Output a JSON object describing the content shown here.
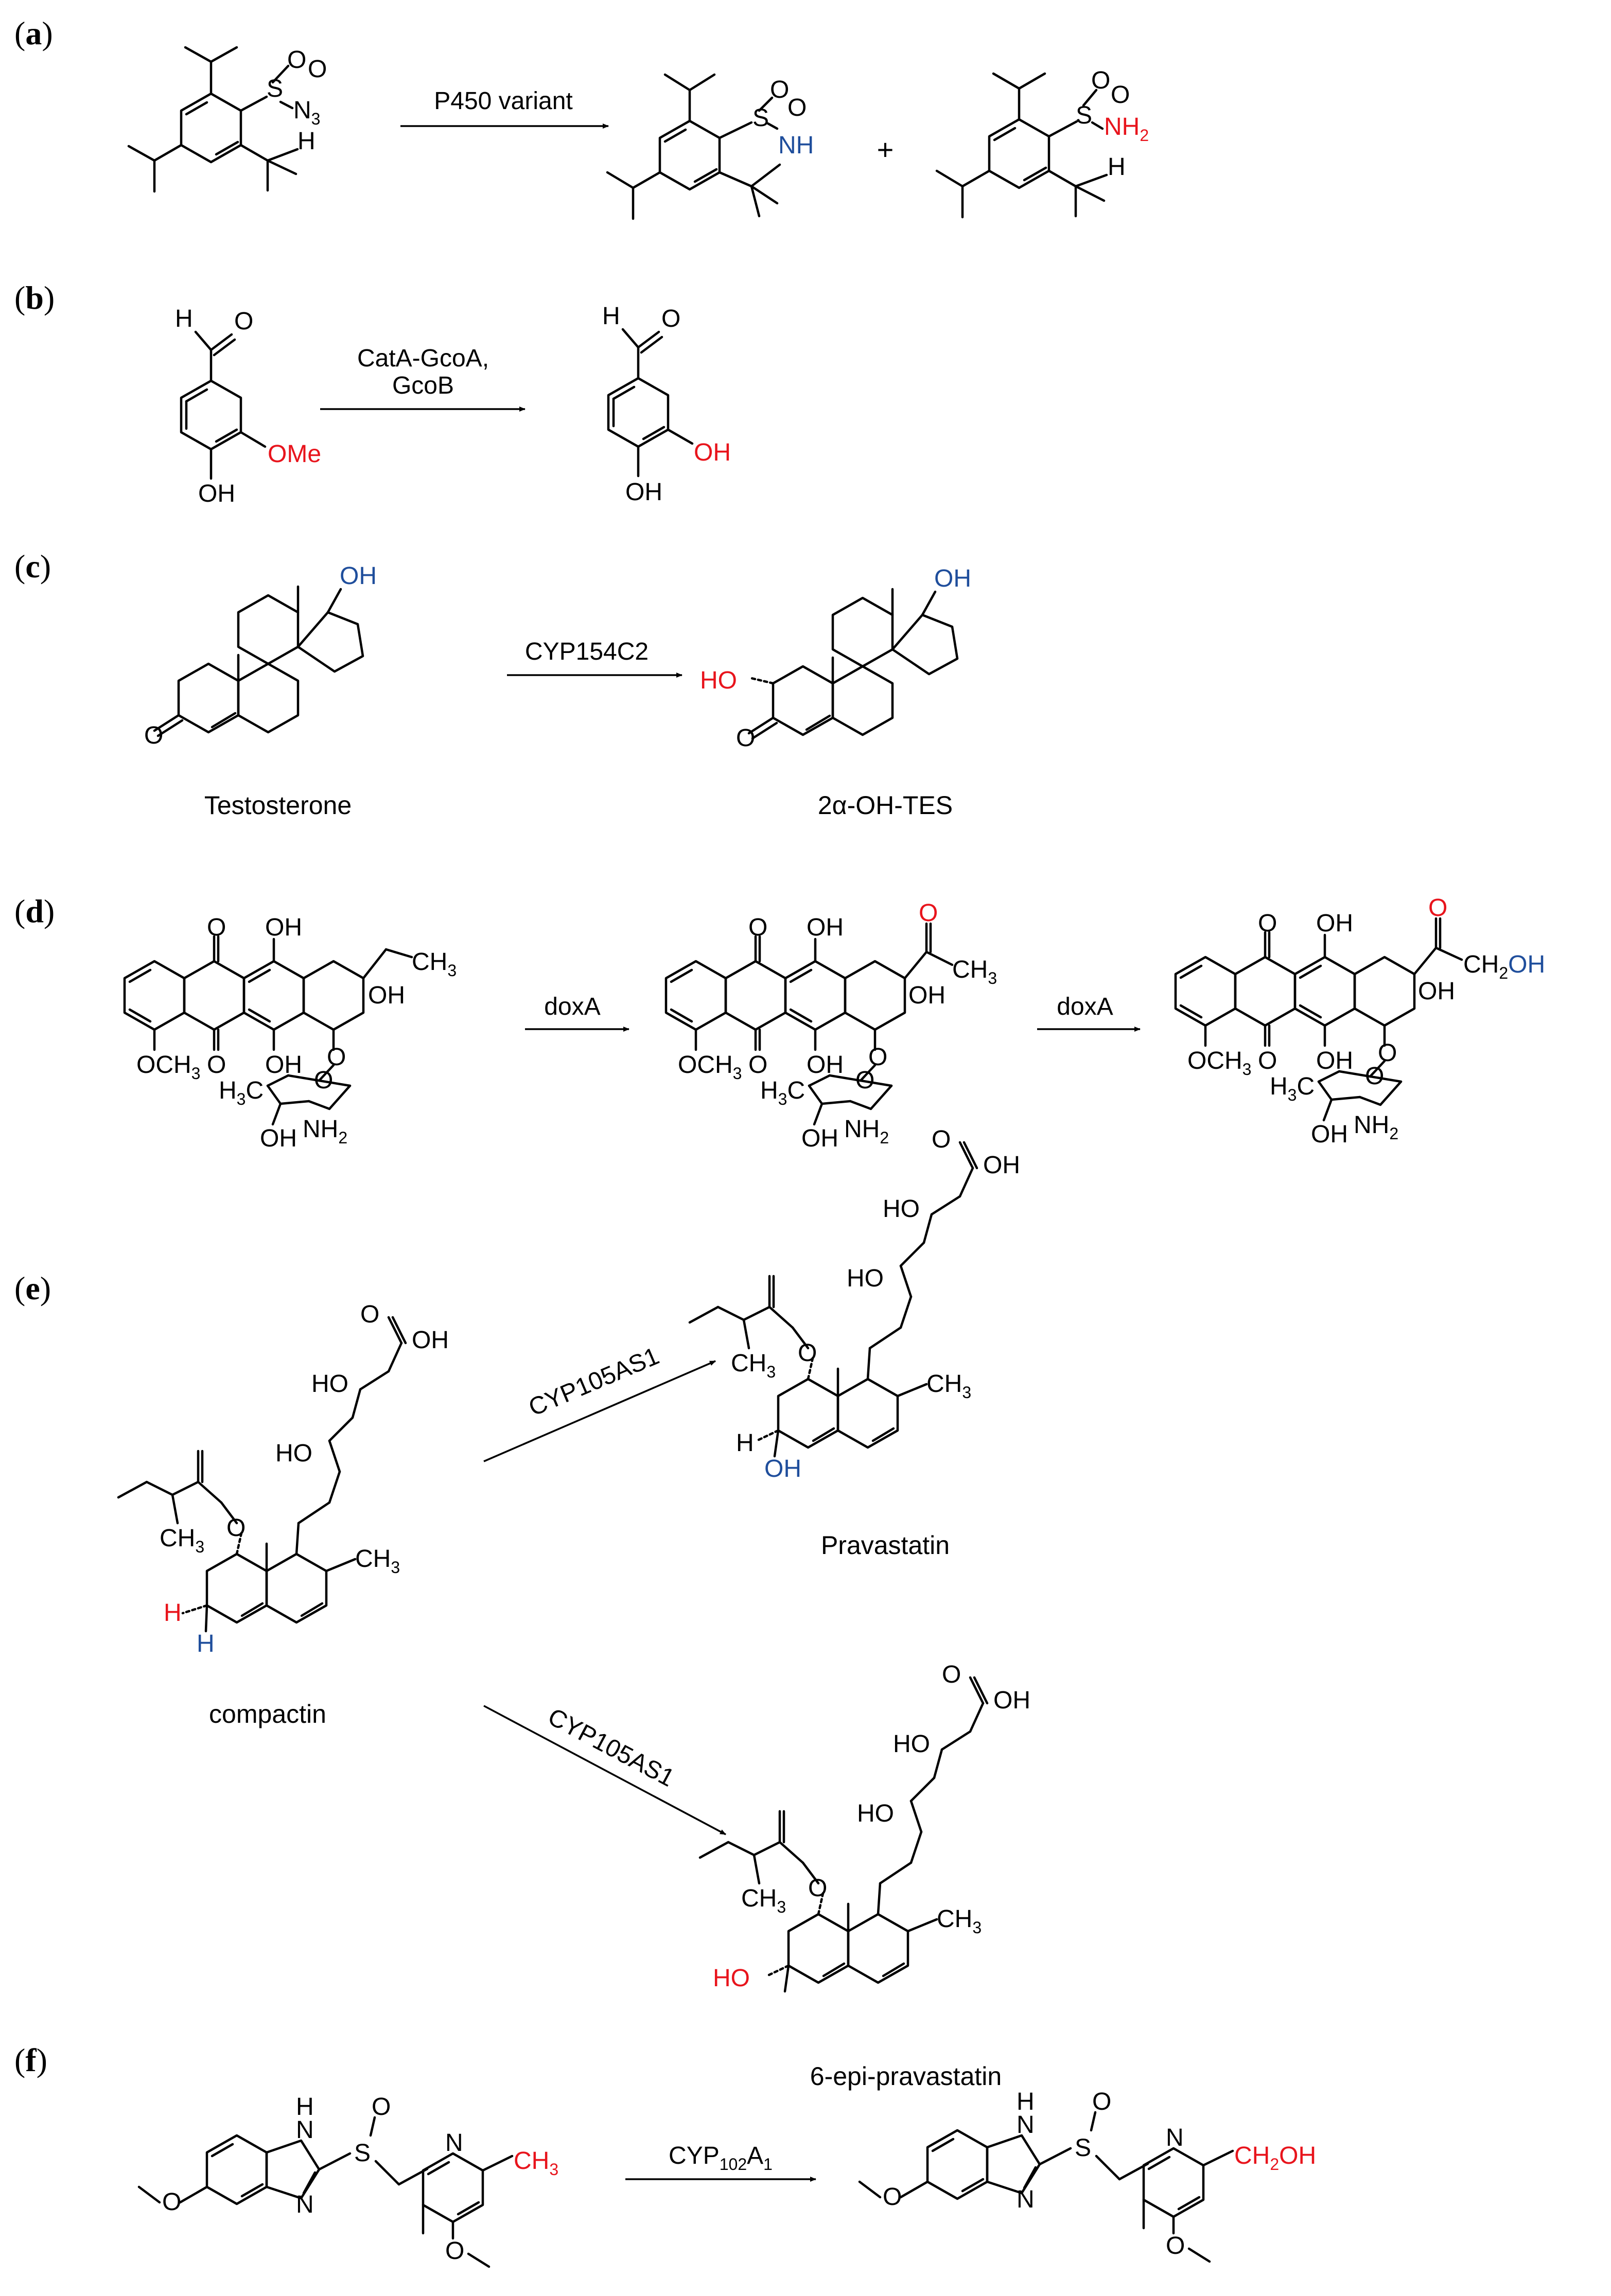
{
  "colors": {
    "black": "#000000",
    "red": "#e8141c",
    "blue": "#1f4e9c"
  },
  "panels": {
    "a": {
      "label_open": "(",
      "label_letter": "a",
      "label_close": ")",
      "reagent": "P450 variant",
      "plus": "+",
      "atoms": {
        "S": "S",
        "O": "O",
        "N3": "N",
        "N3_sub": "3",
        "H": "H",
        "NH": "NH",
        "NH2": "NH",
        "NH2_sub": "2"
      }
    },
    "b": {
      "label_open": "(",
      "label_letter": "b",
      "label_close": ")",
      "reagent_line1": "CatA-GcoA,",
      "reagent_line2": "GcoB",
      "atoms": {
        "H": "H",
        "O": "O",
        "OMe": "OMe",
        "OH": "OH"
      }
    },
    "c": {
      "label_open": "(",
      "label_letter": "c",
      "label_close": ")",
      "reagent": "CYP154C2",
      "substrate_name": "Testosterone",
      "product_name": "2α-OH-TES",
      "atoms": {
        "OH": "OH",
        "O": "O",
        "HO": "HO"
      }
    },
    "d": {
      "label_open": "(",
      "label_letter": "d",
      "label_close": ")",
      "reagent_1": "doxA",
      "reagent_2": "doxA",
      "atoms": {
        "O": "O",
        "OH": "OH",
        "CH3": "CH",
        "CH3_sub": "3",
        "OCH3": "OCH",
        "H3C": "H",
        "H3C_mid": "C",
        "NH2": "NH",
        "NH2_sub": "2",
        "CH2OH_a": "CH",
        "CH2OH_sub": "2",
        "CH2OH_b": "OH"
      }
    },
    "e": {
      "label_open": "(",
      "label_letter": "e",
      "label_close": ")",
      "reagent_1": "CYP105AS1",
      "reagent_2": "CYP105AS1",
      "substrate_name": "compactin",
      "product_1_name": "Pravastatin",
      "product_2_name": "6-epi-pravastatin",
      "atoms": {
        "O": "O",
        "OH": "OH",
        "HO": "HO",
        "CH3": "CH",
        "CH3_sub": "3",
        "H": "H"
      }
    },
    "f": {
      "label_open": "(",
      "label_letter": "f",
      "label_close": ")",
      "reagent_main": "CYP",
      "reagent_sub1": "102",
      "reagent_mid": "A",
      "reagent_sub2": "1",
      "atoms": {
        "H": "H",
        "N": "N",
        "S": "S",
        "O": "O",
        "CH3": "CH",
        "CH3_sub": "3",
        "CH2OH_a": "CH",
        "CH2OH_sub": "2",
        "CH2OH_b": "OH"
      }
    }
  }
}
